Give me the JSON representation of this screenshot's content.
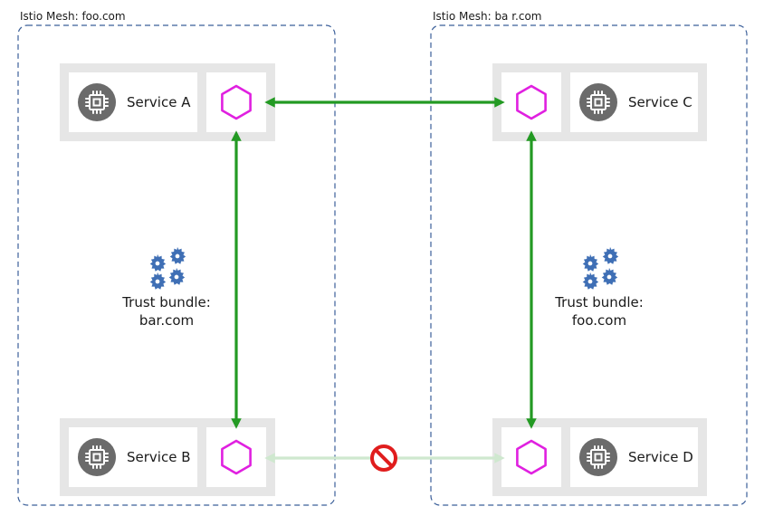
{
  "meshes": {
    "left": {
      "label": "Istio Mesh: foo.com"
    },
    "right": {
      "label": "Istio Mesh: ba r.com"
    }
  },
  "services": {
    "a": {
      "label": "Service A"
    },
    "b": {
      "label": "Service B"
    },
    "c": {
      "label": "Service C"
    },
    "d": {
      "label": "Service D"
    }
  },
  "trust": {
    "left": {
      "line1": "Trust bundle:",
      "line2": "bar.com"
    },
    "right": {
      "line1": "Trust bundle:",
      "line2": "foo.com"
    }
  },
  "icons": {
    "service": "chip-icon",
    "sidecar": "hexagon-icon",
    "trust_bundle": "gears-icon",
    "blocked": "no-entry-icon"
  },
  "colors": {
    "mesh_border": "#3b5f99",
    "service_box": "#e6e6e6",
    "chip_icon": "#6b6b6b",
    "sidecar_hex": "#e020e0",
    "connection_ok": "#239a23",
    "connection_blocked": "#cfe8cf",
    "gear": "#3f6fb5",
    "no_entry": "#e01d1d"
  }
}
